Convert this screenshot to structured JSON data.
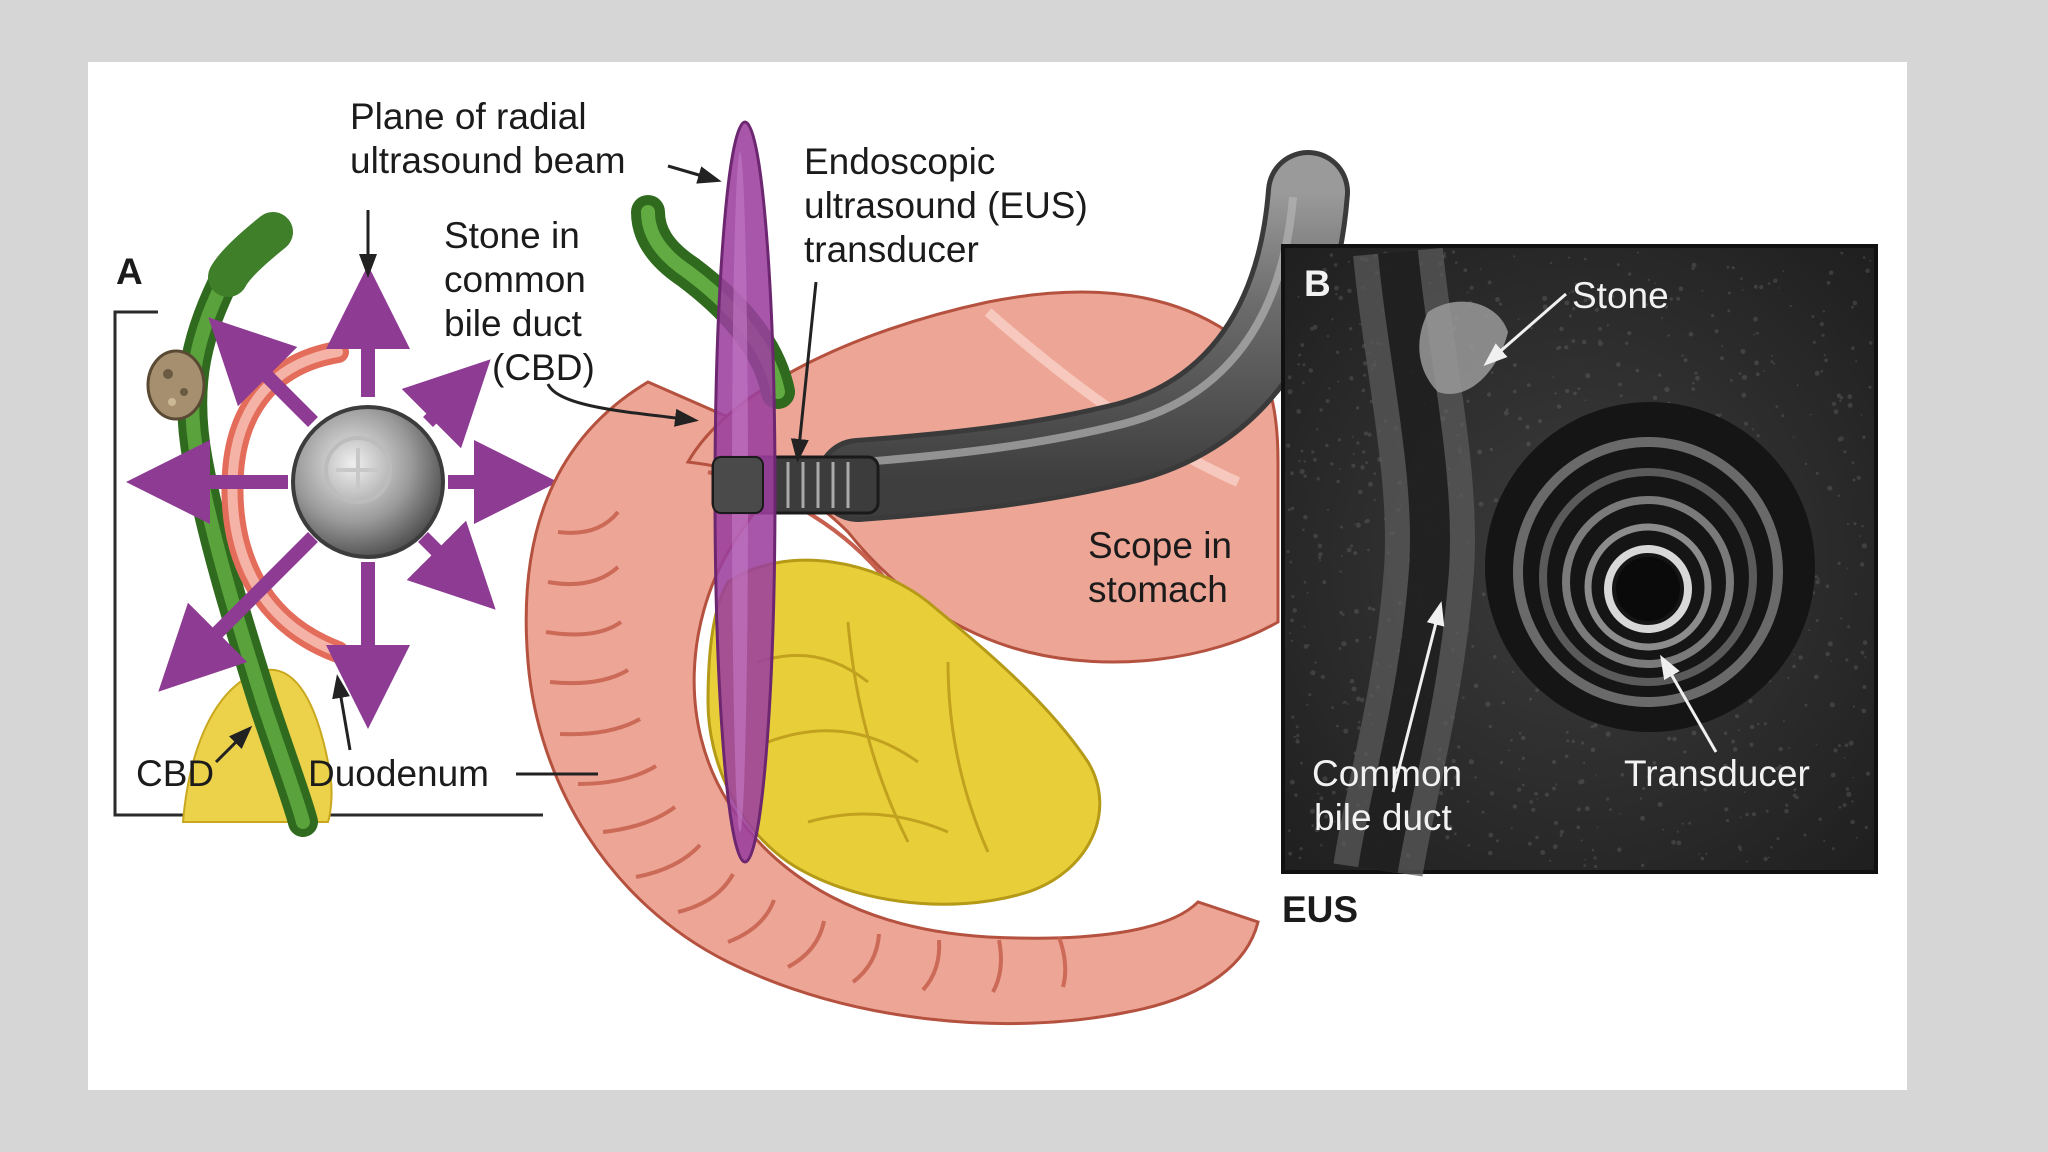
{
  "figure": {
    "panel_a": {
      "letter": "A",
      "labels": {
        "plane_line1": "Plane of radial",
        "plane_line2": "ultrasound beam",
        "stone_line1": "Stone in",
        "stone_line2": "common",
        "stone_line3": "bile duct",
        "stone_line4": "(CBD)",
        "eus_line1": "Endoscopic",
        "eus_line2": "ultrasound (EUS)",
        "eus_line3": "transducer",
        "scope_line1": "Scope in",
        "scope_line2": "stomach",
        "cbd": "CBD",
        "duodenum": "Duodenum"
      }
    },
    "panel_b": {
      "letter": "B",
      "labels": {
        "stone": "Stone",
        "cbd_line1": "Common",
        "cbd_line2": "bile duct",
        "transducer": "Transducer"
      },
      "caption": "EUS"
    },
    "colors": {
      "page_bg": "#d6d6d6",
      "panel_bg": "#ffffff",
      "beam_purple": "#9b3f9e",
      "bile_duct_green": "#3f7f2a",
      "tissue_pink": "#eaa095",
      "pancreas_yellow": "#e8cf3a",
      "scope_gray": "#6e6e6e",
      "ultrasound_bg": "#2a2a2a"
    },
    "icons": [
      "transducer-icon",
      "stone-icon",
      "arrow-icon"
    ]
  }
}
